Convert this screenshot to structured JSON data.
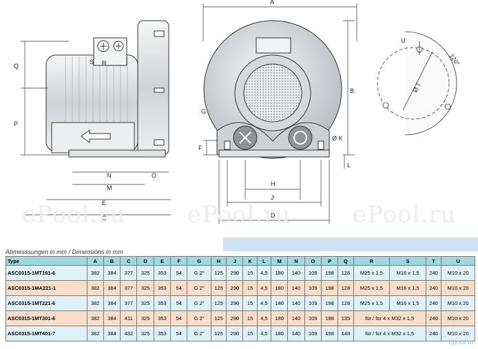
{
  "drawing": {
    "dims_side": {
      "Q": "Q",
      "P": "P",
      "F": "F",
      "N": "N",
      "O": "O",
      "M": "M",
      "E": "E",
      "C": "C",
      "S": "S",
      "R": "R"
    },
    "dims_front": {
      "A": "A",
      "B": "B",
      "G": "G",
      "H": "H",
      "J": "J",
      "D": "D",
      "K": "Ø K",
      "L": "L"
    },
    "dims_flange": {
      "U": "U",
      "T": "Ø T",
      "angle": "120°"
    },
    "watermarks": [
      "ePool.ru",
      "ePool.ru",
      "ePool.ru"
    ]
  },
  "table": {
    "caption": "Abmesssungen in mm / Dimensions in mm",
    "headers": [
      "Type",
      "A",
      "B",
      "C",
      "D",
      "E",
      "F",
      "G",
      "H",
      "J",
      "K",
      "L",
      "M",
      "N",
      "O",
      "P",
      "Q",
      "R",
      "S",
      "T",
      "U"
    ],
    "rows": [
      [
        "ASC0315-1MT161-6",
        "382",
        "384",
        "377",
        "325",
        "353",
        "54",
        "G 2\"",
        "125",
        "290",
        "15",
        "4,5",
        "180",
        "140",
        "109",
        "198",
        "128",
        "M25 x 1,5",
        "M16 x 1,5",
        "240",
        "M10 x 20"
      ],
      [
        "ASC0315-1MA221-1",
        "382",
        "384",
        "377",
        "325",
        "353",
        "54",
        "G 2\"",
        "125",
        "290",
        "15",
        "4,5",
        "180",
        "140",
        "109",
        "198",
        "128",
        "M25 x 1,5",
        "M16 x 1,5",
        "240",
        "M10 x 20"
      ],
      [
        "ASC0315-1MT221-6",
        "382",
        "384",
        "377",
        "325",
        "353",
        "54",
        "G 2\"",
        "125",
        "290",
        "15",
        "4,5",
        "180",
        "140",
        "109",
        "198",
        "128",
        "M25 x 1,5",
        "M16 x 1,5",
        "240",
        "M10 x 20"
      ],
      [
        "ASC0315-1MT301-6",
        "382",
        "384",
        "411",
        "325",
        "353",
        "54",
        "G 2\"",
        "125",
        "290",
        "15",
        "4,5",
        "180",
        "140",
        "109",
        "198",
        "135",
        "für / for 4 x M32 x 1,5",
        "",
        "240",
        "M10 x 20"
      ],
      [
        "ASC0315-1MT401-7",
        "382",
        "384",
        "432",
        "325",
        "353",
        "54",
        "G 2\"",
        "125",
        "290",
        "15",
        "4,5",
        "180",
        "140",
        "109",
        "198",
        "148",
        "für / for 4 x M32 x 1,5",
        "",
        "240",
        "M10 x 20"
      ]
    ]
  },
  "corner_logo": "epool.ru"
}
